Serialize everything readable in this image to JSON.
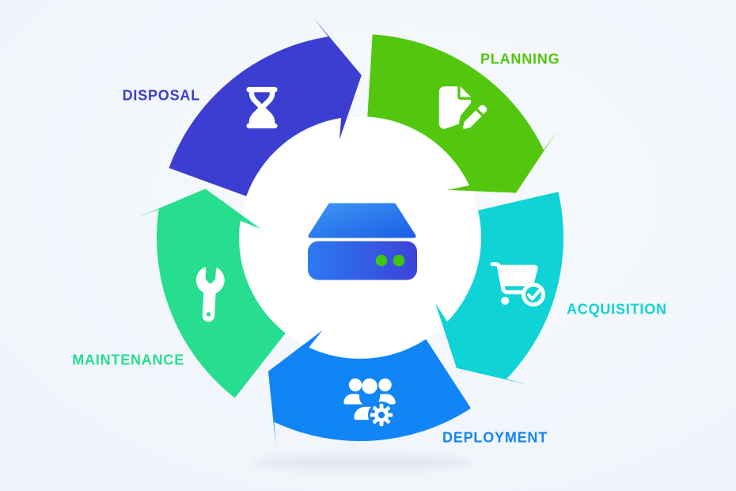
{
  "diagram": {
    "type": "cycle",
    "flow": "clockwise",
    "stages": [
      {
        "label": "PLANNING",
        "color": "#52C70E",
        "icon": "file-pen-icon"
      },
      {
        "label": "ACQUISITION",
        "color": "#0FD3D5",
        "icon": "cart-check-icon"
      },
      {
        "label": "DEPLOYMENT",
        "color": "#1285F6",
        "icon": "users-gear-icon"
      },
      {
        "label": "MAINTENANCE",
        "color": "#27DE8F",
        "icon": "wrench-icon"
      },
      {
        "label": "DISPOSAL",
        "color": "#3C3DD1",
        "icon": "hourglass-icon"
      }
    ],
    "center_icon": {
      "name": "hard-drive-icon",
      "lid_gradient": [
        "#3C96F4",
        "#1D5FE6"
      ],
      "body_gradient": [
        "#2B79F2",
        "#3C44D8"
      ],
      "led_color": "#3EC414"
    },
    "shadow_color": "#DCE1EE",
    "background": {
      "from": "#F7FAFD",
      "mid": "#F0F5FB",
      "to": "#E7EDF6"
    }
  }
}
